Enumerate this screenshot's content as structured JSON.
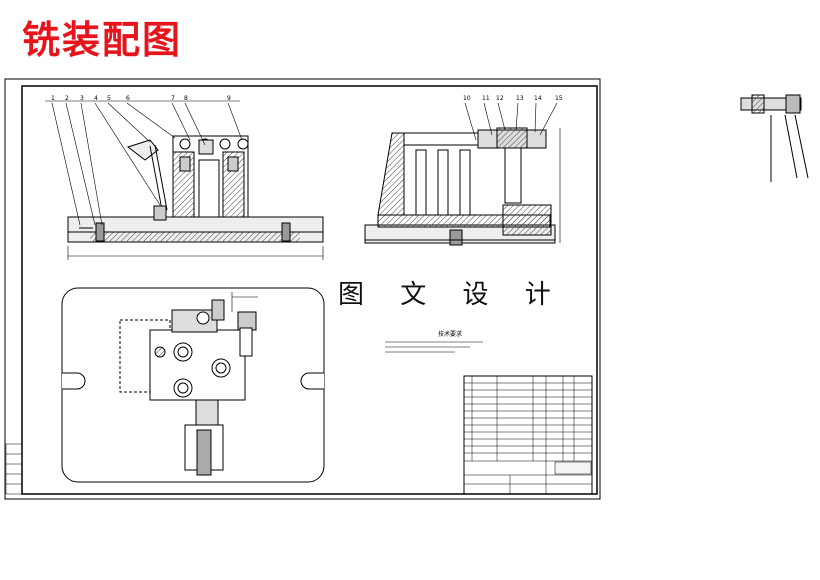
{
  "title": "铣装配图",
  "watermark": "图 文 设 计",
  "tech_requirements_title": "技术要求",
  "balloons_front": [
    "1",
    "2",
    "3",
    "4",
    "5",
    "6",
    "7",
    "8",
    "9"
  ],
  "balloons_side": [
    "10",
    "11",
    "12",
    "13",
    "14",
    "15"
  ],
  "colors": {
    "title": "#e8141c",
    "line": "#000000",
    "hatch": "#555555"
  }
}
